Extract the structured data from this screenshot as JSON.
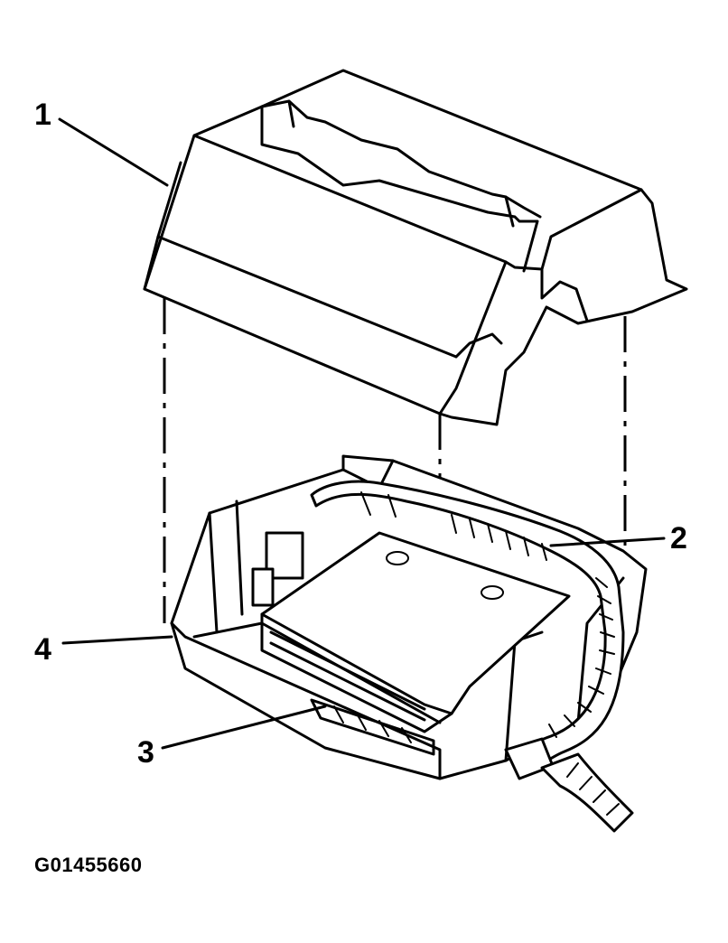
{
  "callouts": [
    {
      "id": "1",
      "label": "1"
    },
    {
      "id": "2",
      "label": "2"
    },
    {
      "id": "3",
      "label": "3"
    },
    {
      "id": "4",
      "label": "4"
    }
  ],
  "figure_id": "G01455660"
}
